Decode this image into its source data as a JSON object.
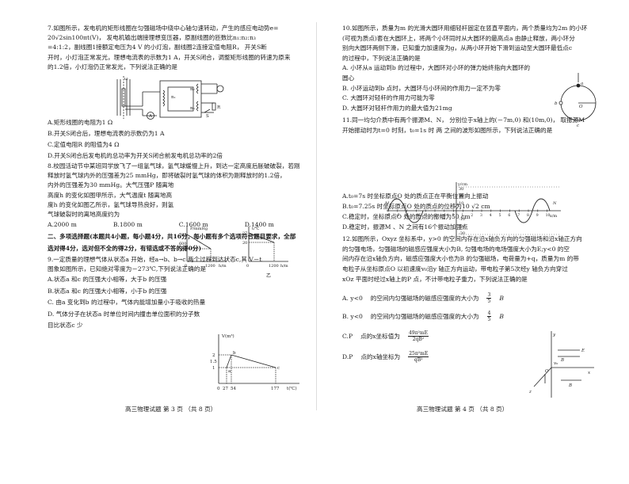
{
  "left": {
    "q7": [
      "7.如图所示，发电机的矩形线圈在匀强磁场中绕中心轴匀速转动，产生的感应电动势e=",
      "20√2sin100πt(V)，  发电机输出端接理想变压器，原副线圈的匝数比n₁:n₂:n₃",
      "=4:1:2，副线圈1接额定电压为4 V 的小灯泡，副线圈2连接定值电阻R， 开关S断",
      "开时，小灯泡正常发光，理想电流表的示数为1 A，开关S闭合，调整矩形线圈的转速为原来",
      "的1.2倍，小灯泡仍正常发光，下列说法正确的是"
    ],
    "q7_options": [
      "A.矩形线圈的电阻为1 Ω",
      "B.开关S闭合后，理想电流表的示数仍为1 A",
      "C.定值电阻R 的阻值为4  Ω",
      "D.开关S闭合后发电机的总功率为开关S闭合前发电机总功率的2倍"
    ],
    "q8": [
      "8.校园活动节中某班同学放飞了一组氢气球，氢气球缓慢上升，到达一定高度后胀破破裂，若刚",
      "释放时氢气球内外的压强差为25 mmHg，即将破裂时氢气球的体积为刚释放时的1.2倍，",
      "内外的压强差为30 mmHg。大气压强P 随离地",
      "高度h 的变化如图甲所示，大气温度t 随离地高",
      "度h 的变化如图乙所示，氢气球导热良好，则氢",
      "气球破裂时的离地高度约为"
    ],
    "q8_options": [
      "A.2000  m",
      "B.1800  m",
      "C.1600  m",
      "D.1400  m"
    ],
    "section": [
      "二、多项选择题(本题共4小题，每小题4分，共16分，每小题有多个选项符合题目要求，全部",
      "选对得4分，选对但不全的得2分，有错选或不答的得0分)"
    ],
    "q9": [
      "9.一定质量的理想气体从状态a 开始，经a→b、b→c 两个过程到达状态c,其 V－t",
      "图象如图所示，已知绝对零度为－273℃,下列说法正确的是"
    ],
    "q9_options": [
      "A.状态a 和c 的压强大小相等，大于b 的压强",
      "B.状态a 和c 的压强大小相等，小于b 的压强",
      "C. 由a 变化到b 的过程中，气体内能增加量小于吸收的热量",
      "D. 气体分子在状态a 时单位时间内撞击单位面积的分子数",
      "   目比状态c 少"
    ],
    "footer": "高三物理试题   第 3 页   （共 8 页）"
  },
  "right": {
    "q10": [
      "10.如图所示，质量为m 的光滑大圆环用细轻杆固定在竖直平面内，两个质量均为2m 的小环",
      "(可视为质点)套在大圆环上，将两个小环同时从大圆环的最高点a 由静止释放，两小环分",
      "别向大圆环两侧下滑，已知重力加速度为g，从两小环开始下滑到运动至大圆环最低点c",
      "的过程中，下列说法正确的是",
      "A. 小环从a 运动到b 的过程中，大圆环对小环的弹力始终指向大圆环的",
      "    圆心",
      "B. 小环运动到b 点时，大圆环与小环间的作用力一定不为零",
      "C. 大圆环对轻杆的作用力可能为零",
      "D. 大圆环对轻杆作用力的最大值为21mg"
    ],
    "q11": [
      "11.同一均匀介质中有两个振源M、N， 分别位于x轴上的(－7m,0) 和(10m,0)，  取振源M",
      "开始振动时为t=0 时刻，t₀=1s  时  两  之间的波形如图所示，下列说法正确的是"
    ],
    "q11_options": [
      "A.t₀=7s    时坐标原点O 处的质点正在平衡位置向上振动",
      "B.t₀=7.25s    时坐标原点O 处的质点的位移为10 √2 cm",
      "C.稳定时，坐标原点O 处的质点的振幅为50 cm",
      "D.稳定时，振源M 、N 之间有16个振动加强点"
    ],
    "q12": [
      "12.如图所示，Oxyz  坐标系中，y>0 的空间内存在沿x轴负方向的匀强磁场和沿x轴正方向",
      "的匀强电场，匀强磁场的磁感应强度大小为B, 匀强电场的电场强度大小为E;y<0    的空",
      "间内存在沿x轴负方向，磁感应强度大小也为B 的匀强磁场，电荷量为+q，质量为m 的带",
      "电粒子从坐标原点O 以初速度v₀沿y 轴正方向运动，带电粒子第5次经y 轴负方向穿过",
      "xOz 平面时经过x轴上的P 点，不计带电粒子重力，下列说法正确的是"
    ],
    "q12_A": [
      "A. y<0",
      "的空间内匀强磁场的磁感应强度的大小为",
      "3",
      "5"
    ],
    "q12_B": [
      "B. y<0",
      "的空间内匀强磁场的磁感应强度的大小为",
      "4",
      "5"
    ],
    "q12_C": [
      "C.P",
      "点的x坐标值为",
      "49π²mE",
      "2qB²"
    ],
    "q12_D": [
      "D.P",
      "点的x轴坐标为",
      "25π²mE",
      "qB²"
    ],
    "footer": "高三物理试题   第 4 页   （共 8 页）"
  },
  "figures": {
    "transformer": {
      "labels": [
        "ω",
        "n₁",
        "n₂",
        "n₃",
        "A",
        "R",
        "S"
      ]
    },
    "fig_jia": {
      "ylabel": "P/mmHg",
      "xlabel": "h/m",
      "yticks": [
        "760",
        "600",
        "500"
      ],
      "xticks": [
        "0",
        "1200"
      ],
      "caption": "甲"
    },
    "fig_yi": {
      "ylabel": "t/℃",
      "xlabel": "h/m",
      "yticks": [
        "27",
        "20"
      ],
      "xticks": [
        "0",
        "1200"
      ],
      "caption": "乙"
    },
    "vt": {
      "ylabel": "V(m³)",
      "xlabel": "t(℃)",
      "yticks": [
        "2",
        "1.5",
        "1"
      ],
      "xticks": [
        "0",
        "27",
        "54",
        "177"
      ],
      "points": [
        "a",
        "b",
        "c"
      ]
    },
    "ring": {
      "labels": [
        "a",
        "b",
        "c",
        "O"
      ]
    },
    "wave": {
      "ylabel": "y/cm",
      "yticks": [
        "30",
        "20",
        "10",
        "-10",
        "-20",
        "-30"
      ],
      "xticks": [
        "-7",
        "-6",
        "-5",
        "-4",
        "-3",
        "-2",
        "-1",
        "0",
        "1",
        "2",
        "3",
        "4",
        "5",
        "6",
        "7",
        "8",
        "9",
        "10"
      ],
      "xlabel": "x/m",
      "M": "M",
      "N": "N"
    },
    "axes3d": {
      "labels": [
        "y",
        "E",
        "B",
        "O",
        "x",
        "B",
        "z",
        "v₀"
      ]
    }
  }
}
